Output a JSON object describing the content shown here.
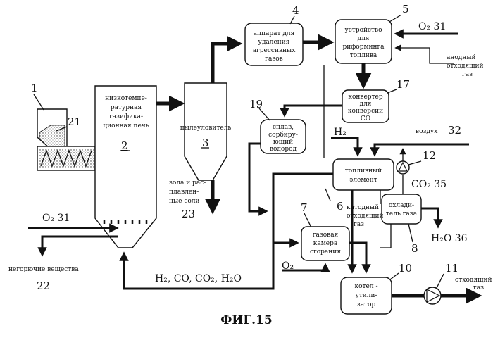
{
  "figure": {
    "title": "ФИГ.15"
  },
  "units": {
    "hopper": {
      "number": "1"
    },
    "screw": {
      "number": "21"
    },
    "furnace": {
      "lines": [
        "низкотемпе-",
        "ратурная",
        "газифика-",
        "ционная печь"
      ],
      "number": "2"
    },
    "dust_collector": {
      "label": "пылеуловитель",
      "number": "3"
    },
    "acid_remover": {
      "lines": [
        "аппарат для",
        "удаления",
        "агрессивных",
        "газов"
      ],
      "number": "4"
    },
    "reformer": {
      "lines": [
        "устройство",
        "для",
        "риформинга",
        "топлива"
      ],
      "number": "5"
    },
    "fuel_cell": {
      "lines": [
        "топливный",
        "элемент"
      ],
      "number": "6"
    },
    "combustion": {
      "lines": [
        "газовая",
        "камера",
        "сгорания"
      ],
      "number": "7"
    },
    "gas_cooler": {
      "lines": [
        "охлади-",
        "тель газа"
      ],
      "number": "8"
    },
    "boiler": {
      "lines": [
        "котел -",
        "утили-",
        "затор"
      ],
      "number": "10"
    },
    "exhaust_fan": {
      "number": "11"
    },
    "co2_fan": {
      "number": "12"
    },
    "converter": {
      "lines": [
        "конвертер",
        "для",
        "конверсии",
        "CO"
      ],
      "number": "17"
    },
    "alloy": {
      "lines": [
        "сплав,",
        "сорбиру-",
        "ющий",
        "водород"
      ],
      "number": "19"
    }
  },
  "streams": {
    "o2_left": {
      "label": "O₂ 31"
    },
    "o2_top": {
      "label": "O₂ 31"
    },
    "incombustibles": {
      "label": "негорючие вещества",
      "number": "22"
    },
    "ash": {
      "lines": [
        "зола и рас-",
        "плавлен-",
        "ные соли"
      ],
      "number": "23"
    },
    "recycle": {
      "label": "H₂, CO, CO₂, H₂O"
    },
    "anode_off": {
      "lines": [
        "анодный",
        "отходящий",
        "газ"
      ]
    },
    "h2": {
      "label": "H₂"
    },
    "air": {
      "label": "воздух",
      "number": "32"
    },
    "co2": {
      "label": "CO₂ 35"
    },
    "cathode_off": {
      "lines": [
        "катодный",
        "отходящий",
        "газ"
      ]
    },
    "h2o": {
      "label": "H₂O 36"
    },
    "o2_comb": {
      "label": "O₂"
    },
    "exhaust": {
      "lines": [
        "отходящий",
        "газ"
      ]
    }
  }
}
